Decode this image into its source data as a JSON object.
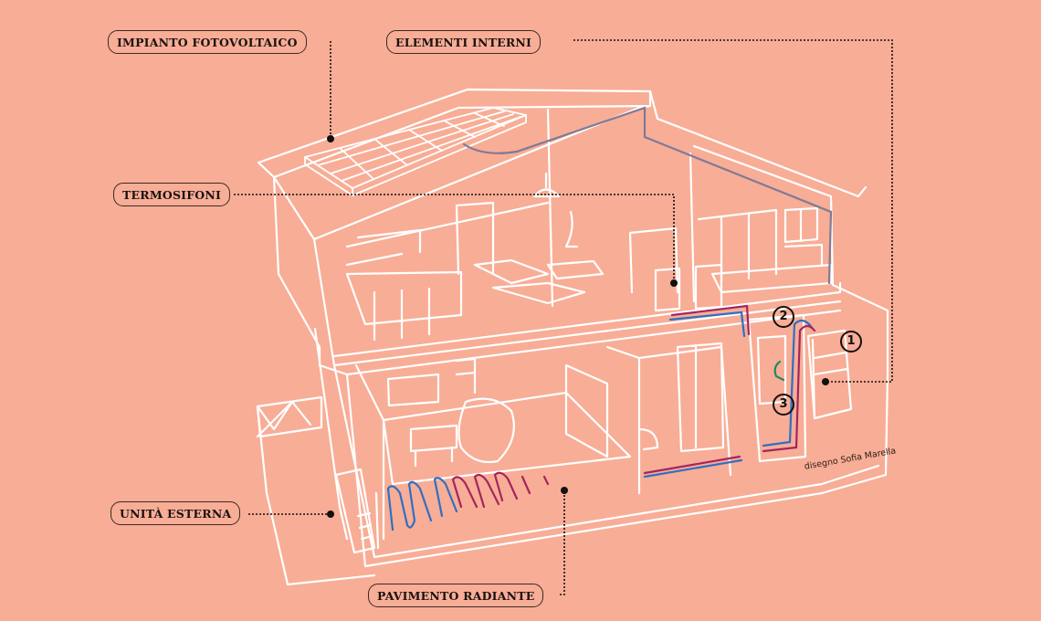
{
  "labels": {
    "impianto_fotovoltaico": "IMPIANTO FOTOVOLTAICO",
    "elementi_interni": "ELEMENTI INTERNI",
    "termosifoni": "TERMOSIFONI",
    "unita_esterna": "UNITÀ ESTERNA",
    "pavimento_radiante": "PAVIMENTO RADIANTE"
  },
  "markers": [
    "1",
    "2",
    "3"
  ],
  "credit": "disegno Sofia Marella",
  "colors": {
    "background": "#f8ad96",
    "line_art": "#ffffff",
    "leader": "#141010",
    "pipe_hot": "#a3265e",
    "pipe_cold": "#2f6fc4",
    "pipe_solar": "#7f7a95",
    "pipe_green": "#1f8a5a"
  }
}
